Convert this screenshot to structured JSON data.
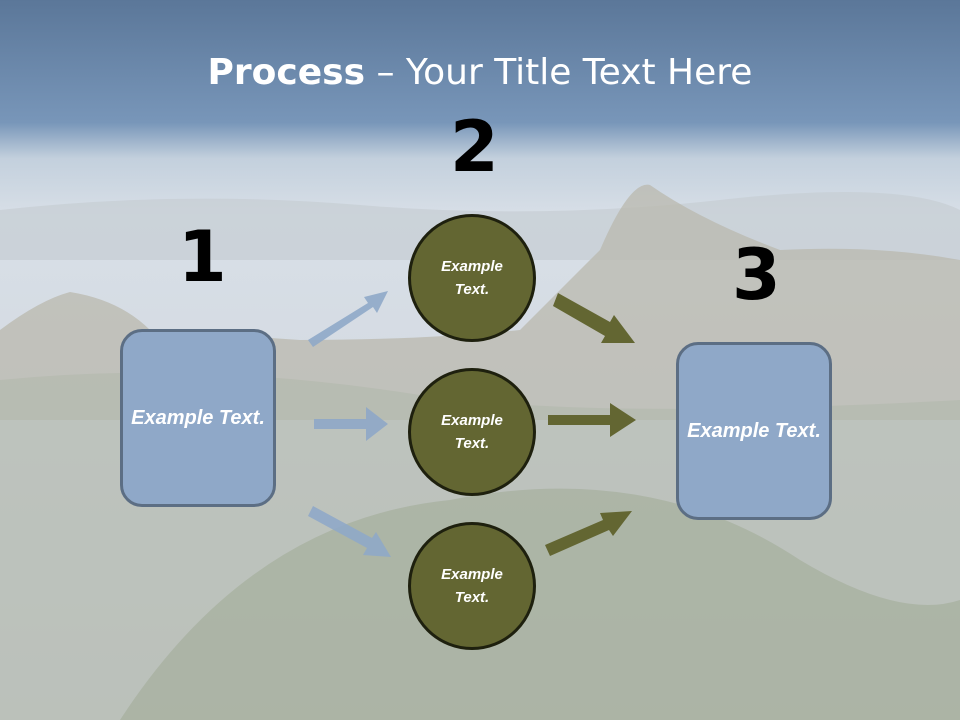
{
  "title": {
    "bold": "Process",
    "rest": " – Your Title Text Here"
  },
  "steps": {
    "one": "1",
    "two": "2",
    "three": "3"
  },
  "left_box": {
    "text": "Example Text."
  },
  "circles": [
    {
      "text": "Example Text."
    },
    {
      "text": "Example Text."
    },
    {
      "text": "Example Text."
    }
  ],
  "right_box": {
    "text": "Example Text."
  },
  "colors": {
    "box": "#8fa8c8",
    "circle": "#636632",
    "arrow_blue": "#8fa8c8",
    "arrow_olive": "#636632"
  }
}
